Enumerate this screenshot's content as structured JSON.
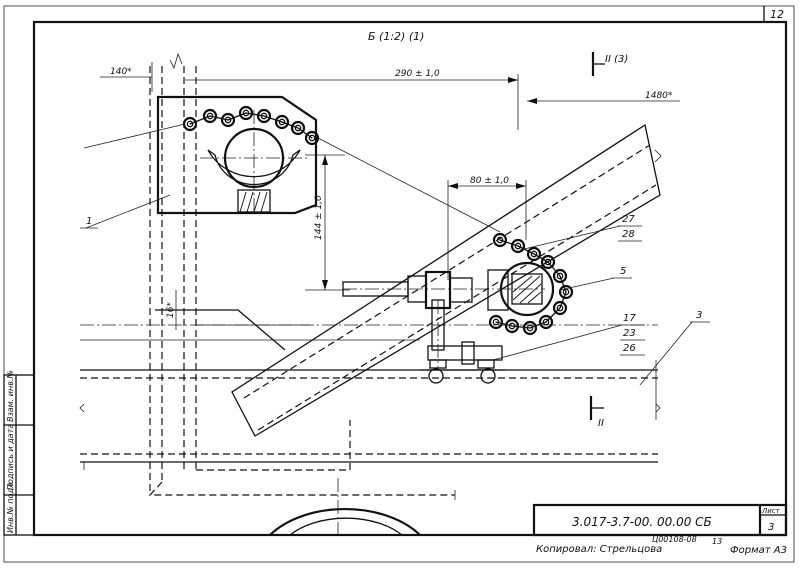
{
  "sheet": {
    "page_number": "12",
    "view_title": "Б (1:2) (1)",
    "section_mark_top": "II (3)",
    "section_mark_bottom": "II"
  },
  "dimensions": {
    "d_140": "140*",
    "d_290": "290 ± 1,0",
    "d_1480": "1480*",
    "d_80": "80 ± 1,0",
    "d_144": "144 ± 1,0",
    "d_16": "16*"
  },
  "callouts": {
    "c1": "1",
    "c3": "3",
    "c5": "5",
    "c27": "27",
    "c28": "28",
    "c17": "17",
    "c23": "23",
    "c26": "26"
  },
  "side_stamp": {
    "col1": "Инв.№ подл.",
    "col2": "Подпись и дата",
    "col3": "Взам. инв.№"
  },
  "title_block": {
    "designation": "3.017-3.7-00. 00.00 СБ",
    "sheet_label": "Лист",
    "sheet_value": "3"
  },
  "footer": {
    "copied_by": "Копировал: Стрельцова",
    "order_number": "Ц00108-08",
    "sub_number": "13",
    "format": "Формат А3"
  }
}
